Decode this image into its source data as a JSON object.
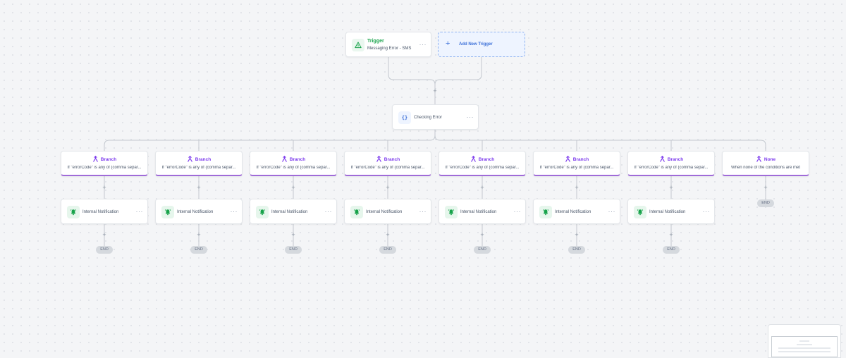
{
  "trigger": {
    "title": "Trigger",
    "subtitle": "Messaging Error - SMS",
    "icon": "warning-triangle-icon",
    "more_label": "···"
  },
  "add_trigger": {
    "plus": "+",
    "label": "Add New Trigger"
  },
  "checking": {
    "icon_text": "{}",
    "label": "Checking Error",
    "more_label": "···"
  },
  "connector_plus": "+",
  "branches": [
    {
      "title": "Branch",
      "condition": "If \"errorCode\" is any of (comma separ..."
    },
    {
      "title": "Branch",
      "condition": "If \"errorCode\" is any of (comma separ..."
    },
    {
      "title": "Branch",
      "condition": "If \"errorCode\" is any of (comma separ..."
    },
    {
      "title": "Branch",
      "condition": "If \"errorCode\" is any of (comma separ..."
    },
    {
      "title": "Branch",
      "condition": "If \"errorCode\" is any of (comma separ..."
    },
    {
      "title": "Branch",
      "condition": "If \"errorCode\" is any of (comma separ..."
    },
    {
      "title": "Branch",
      "condition": "If \"errorCode\" is any of (comma separ..."
    },
    {
      "title": "None",
      "condition": "When none of the conditions are met"
    }
  ],
  "notifications": [
    {
      "label": "Internal Notification",
      "more_label": "···"
    },
    {
      "label": "Internal Notification",
      "more_label": "···"
    },
    {
      "label": "Internal Notification",
      "more_label": "···"
    },
    {
      "label": "Internal Notification",
      "more_label": "···"
    },
    {
      "label": "Internal Notification",
      "more_label": "···"
    },
    {
      "label": "Internal Notification",
      "more_label": "···"
    },
    {
      "label": "Internal Notification",
      "more_label": "···"
    }
  ],
  "end_label": "END",
  "colors": {
    "trigger_green": "#17a34a",
    "branch_purple": "#7c3aed",
    "accent_blue": "#3b6fd8",
    "connector": "#c3c8cf"
  }
}
